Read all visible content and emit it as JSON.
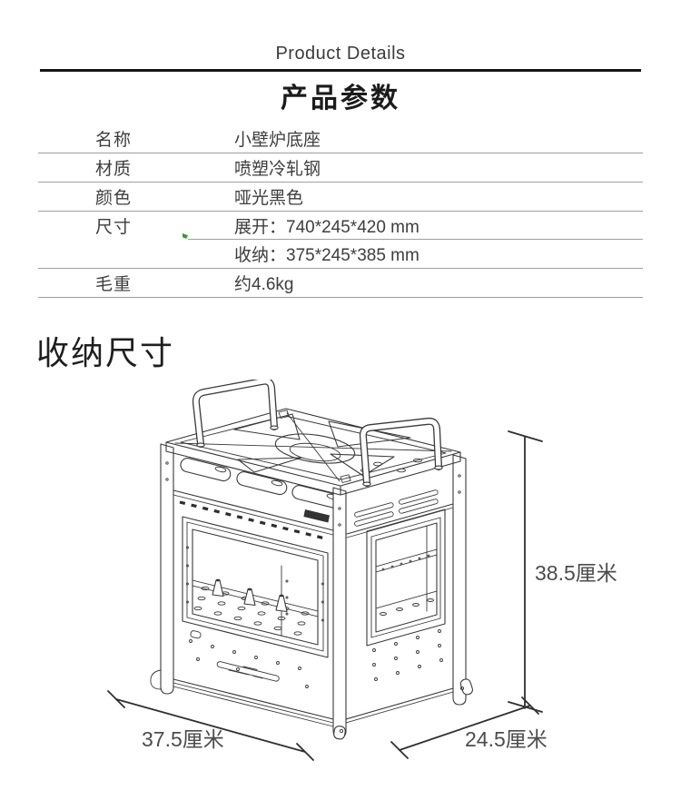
{
  "header": {
    "eyebrow": "Product Details",
    "title": "产品参数"
  },
  "spec_table": {
    "rows": [
      {
        "label": "名称",
        "value": "小壁炉底座"
      },
      {
        "label": "材质",
        "value": "喷塑冷轧钢"
      },
      {
        "label": "颜色",
        "value": "哑光黑色"
      },
      {
        "label": "尺寸",
        "value": "展开：740*245*420 mm",
        "value2": "收纳：375*245*385 mm"
      },
      {
        "label": "毛重",
        "value": "约4.6kg"
      }
    ]
  },
  "storage": {
    "heading": "收纳尺寸",
    "dimensions": {
      "height": "38.5厘米",
      "width": "37.5厘米",
      "depth": "24.5厘米"
    }
  },
  "colors": {
    "accent_green": "#3a9b3a",
    "header_rule": "#151515",
    "table_line": "#9e9e9e",
    "body_text": "#3d3d3d",
    "drawing_stroke": "#3a3a3a",
    "dimension_text": "#4c4c4c"
  }
}
